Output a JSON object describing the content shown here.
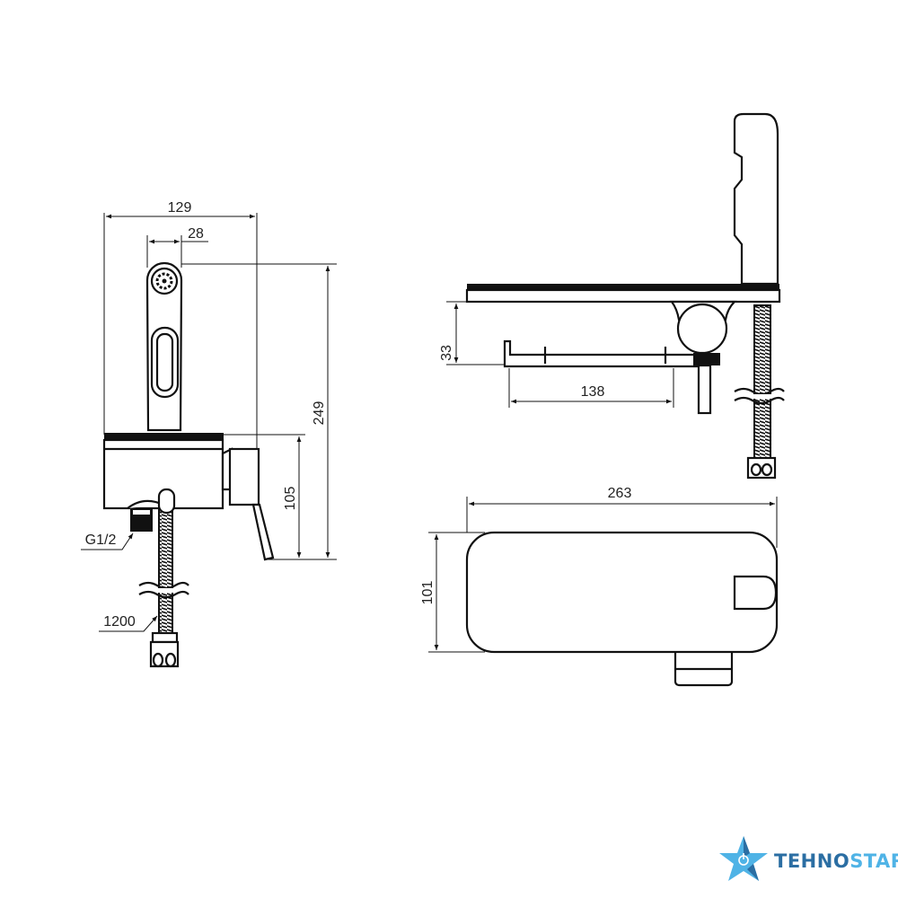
{
  "dimensions": {
    "total_width": "129",
    "handshower_width": "28",
    "total_height": "249",
    "body_height": "105",
    "thread": "G1/2",
    "hose_length": "1200",
    "tray_depth": "33",
    "tray_length": "138",
    "body_length": "263",
    "body_depth": "101"
  },
  "logo": {
    "part1": "TEHNO",
    "part2": "STAR",
    "dark_color": "#2b6ea3",
    "light_color": "#4fb3e6"
  }
}
